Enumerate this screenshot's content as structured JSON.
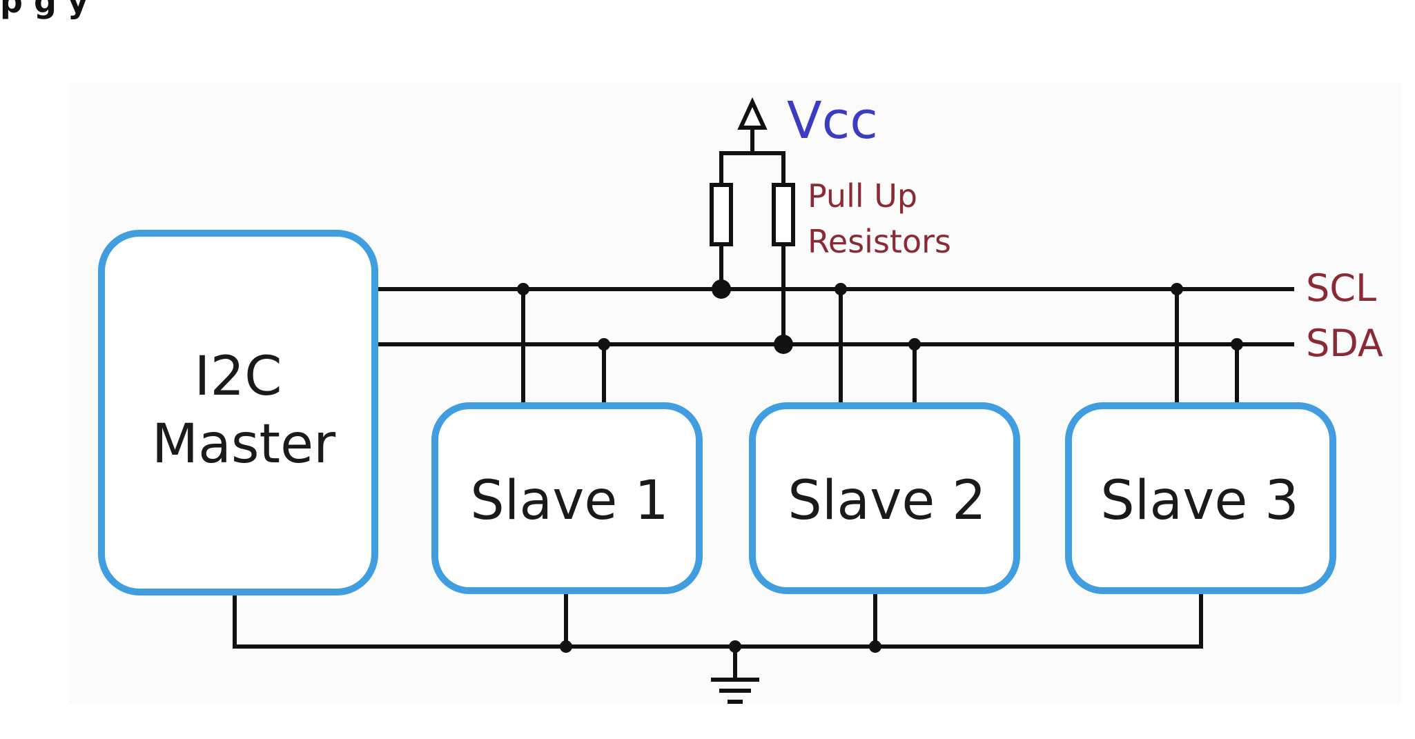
{
  "heading_fragment": "p      g          y",
  "colors": {
    "box_stroke": "#3f9de0",
    "wire": "#111111",
    "vcc": "#3b3bc4",
    "annotation": "#8a2a35"
  },
  "labels": {
    "vcc": "Vcc",
    "pullup_line1": "Pull Up",
    "pullup_line2": "Resistors",
    "scl": "SCL",
    "sda": "SDA"
  },
  "blocks": {
    "master_line1": "I2C",
    "master_line2": "Master",
    "slave1": "Slave 1",
    "slave2": "Slave 2",
    "slave3": "Slave 3"
  },
  "icons": {
    "vcc_symbol": "vcc-arrow-icon",
    "ground_symbol": "ground-icon",
    "resistor_symbol": "resistor-icon"
  }
}
